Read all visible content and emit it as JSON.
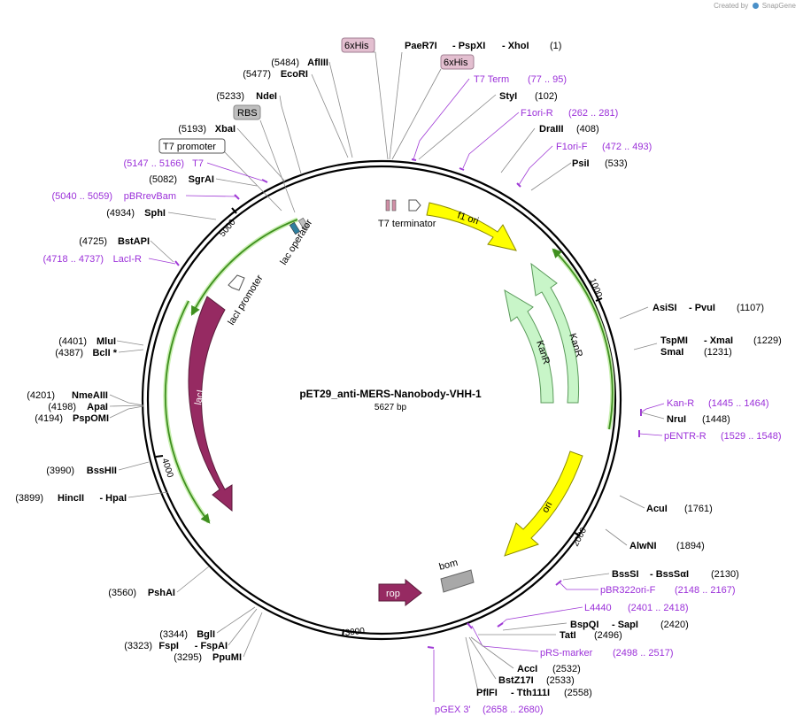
{
  "credit": {
    "prefix": "Created by",
    "brand": "SnapGene"
  },
  "plasmid": {
    "name": "pET29_anti-MERS-Nanobody-VHH-1",
    "size": "5627 bp"
  },
  "ticks": [
    "1000",
    "2000",
    "3000",
    "4000",
    "5000"
  ],
  "labels": {
    "his_top": "6xHis",
    "his_second": "6xHis",
    "rbs": "RBS",
    "t7_promoter": "T7 promoter",
    "paer7i": "PaeR7I",
    "pspxi": "- PspXI",
    "xhoi": "- XhoI",
    "xhoi_pos": "(1)",
    "t7term_name": "T7 Term",
    "t7term_range": "(77 .. 95)",
    "styi": "StyI",
    "styi_pos": "(102)",
    "f1orir_name": "F1ori-R",
    "f1orir_range": "(262 .. 281)",
    "draiii": "DraIII",
    "draiii_pos": "(408)",
    "f1orif_name": "F1ori-F",
    "f1orif_range": "(472 .. 493)",
    "psii": "PsiI",
    "psii_pos": "(533)",
    "asisi": "AsiSI",
    "pvui": "- PvuI",
    "pvui_pos": "(1107)",
    "tspmi": "TspMI",
    "xmai": "- XmaI",
    "xmai_pos": "(1229)",
    "smai": "SmaI",
    "smai_pos": "(1231)",
    "kanr_name": "Kan-R",
    "kanr_range": "(1445 .. 1464)",
    "nrui": "NruI",
    "nrui_pos": "(1448)",
    "pentr_name": "pENTR-R",
    "pentr_range": "(1529 .. 1548)",
    "acui": "AcuI",
    "acui_pos": "(1761)",
    "alwni": "AlwNI",
    "alwni_pos": "(1894)",
    "bsssi": "BssSI",
    "bsssai": "- BssSαI",
    "bsssai_pos": "(2130)",
    "pbr_name": "pBR322ori-F",
    "pbr_range": "(2148 .. 2167)",
    "l4440_name": "L4440",
    "l4440_range": "(2401 .. 2418)",
    "bspqi": "BspQI",
    "sapi": "- SapI",
    "sapi_pos": "(2420)",
    "tati": "TatI",
    "tati_pos": "(2496)",
    "prs_name": "pRS-marker",
    "prs_range": "(2498 .. 2517)",
    "acci": "AccI",
    "acci_pos": "(2532)",
    "bstz17i": "BstZ17I",
    "bstz17i_pos": "(2533)",
    "pflfi": "PflFI",
    "tth111i": "- Tth111I",
    "tth111i_pos": "(2558)",
    "pgex_name": "pGEX 3'",
    "pgex_range": "(2658 .. 2680)",
    "afliii_pos": "(5484)",
    "afliii": "AflIII",
    "ecori_pos": "(5477)",
    "ecori": "EcoRI",
    "ndei_pos": "(5233)",
    "ndei": "NdeI",
    "xbai_pos": "(5193)",
    "xbai": "XbaI",
    "t7_range": "(5147 .. 5166)",
    "t7_name": "T7",
    "sgrai_pos": "(5082)",
    "sgrai": "SgrAI",
    "pbrrev_range": "(5040 .. 5059)",
    "pbrrev_name": "pBRrevBam",
    "sphi_pos": "(4934)",
    "sphi": "SphI",
    "bstapi_pos": "(4725)",
    "bstapi": "BstAPI",
    "lacir_range": "(4718 .. 4737)",
    "lacir_name": "LacI-R",
    "mlui_pos": "(4401)",
    "mlui": "MluI",
    "bcli_pos": "(4387)",
    "bcli": "BclI *",
    "nmeaiii_pos": "(4201)",
    "nmeaiii": "NmeAIII",
    "apai_pos": "(4198)",
    "apai": "ApaI",
    "pspomi_pos": "(4194)",
    "pspomi": "PspOMI",
    "bsshii_pos": "(3990)",
    "bsshii": "BssHII",
    "hincii_pos": "(3899)",
    "hincii": "HincII",
    "hpai": "- HpaI",
    "pshai_pos": "(3560)",
    "pshai": "PshAI",
    "bgli_pos": "(3344)",
    "bgli": "BglI",
    "fspi_pos": "(3323)",
    "fspi": "FspI",
    "fspai": "- FspAI",
    "ppumi_pos": "(3295)",
    "ppumi": "PpuMI"
  },
  "features": {
    "t7_terminator": "T7 terminator",
    "f1_ori": "f1 ori",
    "kanr_outer": "KanR",
    "kanr_inner": "KanR",
    "ori": "ori",
    "bom": "bom",
    "rop": "rop",
    "laci": "lacI",
    "laci_promoter": "lacI promoter",
    "lac_operator": "lac operator"
  },
  "colors": {
    "f1_ori": "#ffff00",
    "kanr": "#c8f5c8",
    "ori": "#ffff00",
    "laci": "#962a62",
    "rop": "#962a62",
    "bom": "#a8a8a8",
    "enzyme_text": "#000000",
    "primer_text": "#9b30d9",
    "orf_line": "#3f8f1f"
  }
}
